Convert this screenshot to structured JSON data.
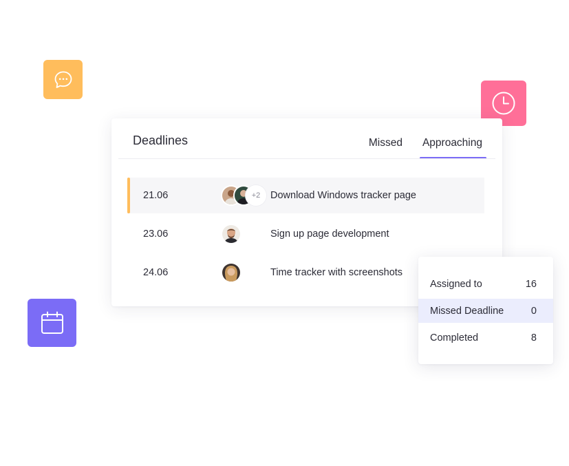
{
  "icons": {
    "chat": "chat-bubble-icon",
    "clock": "clock-icon",
    "calendar": "calendar-icon"
  },
  "colors": {
    "chat_tile": "#ffbd5c",
    "clock_tile": "#ff6f98",
    "calendar_tile": "#7b6cf6",
    "accent": "#7b6cf6",
    "row_marker": "#ffbd5c",
    "selected_row": "#ebedfd"
  },
  "deadlines": {
    "title": "Deadlines",
    "tabs": [
      {
        "label": "Missed",
        "active": false
      },
      {
        "label": "Approaching",
        "active": true
      }
    ],
    "rows": [
      {
        "date": "21.06",
        "task": "Download Windows tracker page",
        "extra_assignees": "+2",
        "highlighted": true
      },
      {
        "date": "23.06",
        "task": "Sign up page development",
        "highlighted": false
      },
      {
        "date": "24.06",
        "task": "Time tracker with screenshots",
        "highlighted": false
      }
    ]
  },
  "stats": {
    "items": [
      {
        "label": "Assigned to",
        "value": "16",
        "selected": false
      },
      {
        "label": "Missed Deadline",
        "value": "0",
        "selected": true
      },
      {
        "label": "Completed",
        "value": "8",
        "selected": false
      }
    ]
  }
}
